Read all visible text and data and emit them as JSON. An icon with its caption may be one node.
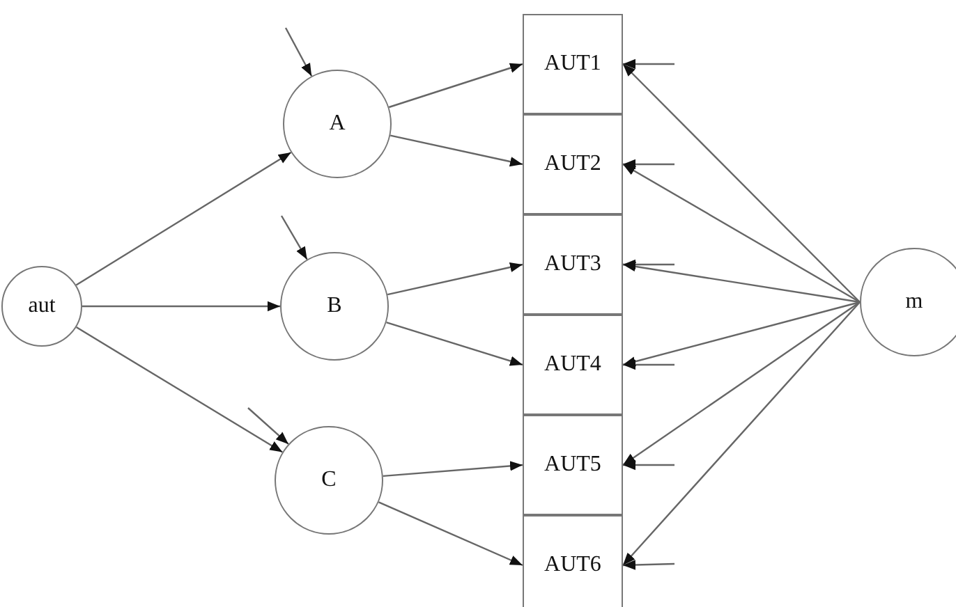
{
  "diagram": {
    "nodes": [
      {
        "text": [
          "aut"
        ]
      },
      {
        "text": [
          "A"
        ]
      },
      {
        "text": [
          "B"
        ]
      },
      {
        "text": [
          "C"
        ]
      },
      {
        "text": [
          "AUT1"
        ]
      },
      {
        "text": [
          "AUT2"
        ]
      },
      {
        "text": [
          "AUT3"
        ]
      },
      {
        "text": [
          "AUT4"
        ]
      },
      {
        "text": [
          "AUT5"
        ]
      },
      {
        "text": [
          "AUT6"
        ]
      },
      {
        "text": [
          "m"
        ]
      }
    ],
    "edges": [
      {
        "from": 0,
        "to": 1,
        "arrow": "to"
      },
      {
        "from": 0,
        "to": 2,
        "arrow": "to"
      },
      {
        "from": 0,
        "to": 3,
        "arrow": "to"
      },
      {
        "from": null,
        "to": 1,
        "arrow": "to"
      },
      {
        "from": null,
        "to": 2,
        "arrow": "to"
      },
      {
        "from": null,
        "to": 3,
        "arrow": "to"
      },
      {
        "from": 1,
        "to": 4,
        "arrow": "to"
      },
      {
        "from": 1,
        "to": 5,
        "arrow": "to"
      },
      {
        "from": 2,
        "to": 6,
        "arrow": "to"
      },
      {
        "from": 2,
        "to": 7,
        "arrow": "to"
      },
      {
        "from": 3,
        "to": 8,
        "arrow": "to"
      },
      {
        "from": 3,
        "to": 9,
        "arrow": "to"
      },
      {
        "from": 10,
        "to": 4,
        "arrow": "to"
      },
      {
        "from": 10,
        "to": 5,
        "arrow": "to"
      },
      {
        "from": 10,
        "to": 6,
        "arrow": "to"
      },
      {
        "from": 10,
        "to": 7,
        "arrow": "to"
      },
      {
        "from": 10,
        "to": 8,
        "arrow": "to"
      },
      {
        "from": 10,
        "to": 9,
        "arrow": "to"
      },
      {
        "from": null,
        "to": 4,
        "arrow": "to"
      },
      {
        "from": null,
        "to": 5,
        "arrow": "to"
      },
      {
        "from": null,
        "to": 6,
        "arrow": "to"
      },
      {
        "from": null,
        "to": 7,
        "arrow": "to"
      },
      {
        "from": null,
        "to": 8,
        "arrow": "to"
      },
      {
        "from": null,
        "to": 9,
        "arrow": "to"
      }
    ]
  }
}
